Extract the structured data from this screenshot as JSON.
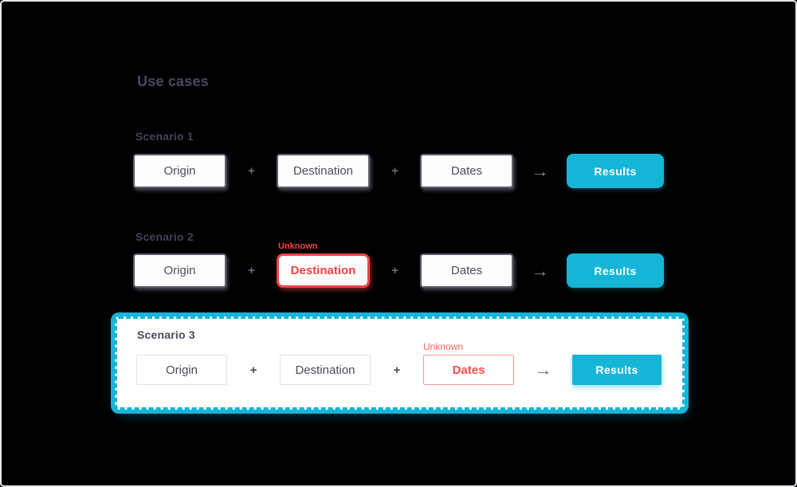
{
  "title": "Use cases",
  "symbols": {
    "plus": "+",
    "arrow": "→"
  },
  "colors": {
    "accent": "#15b5d8",
    "alert": "#f04444",
    "alert-soft": "#f2685e",
    "ink": "#4a4762"
  },
  "scenarios": [
    {
      "label": "Scenario 1",
      "steps": [
        "Origin",
        "Destination",
        "Dates"
      ],
      "result": "Results"
    },
    {
      "label": "Scenario 2",
      "steps": [
        "Origin",
        "Destination",
        "Dates"
      ],
      "result": "Results",
      "unknown_label": "Unknown",
      "unknown_step": "Destination"
    },
    {
      "label": "Scenario 3",
      "steps": [
        "Origin",
        "Destination",
        "Dates"
      ],
      "result": "Results",
      "unknown_label": "Unknown",
      "unknown_step": "Dates",
      "highlighted": true
    }
  ]
}
